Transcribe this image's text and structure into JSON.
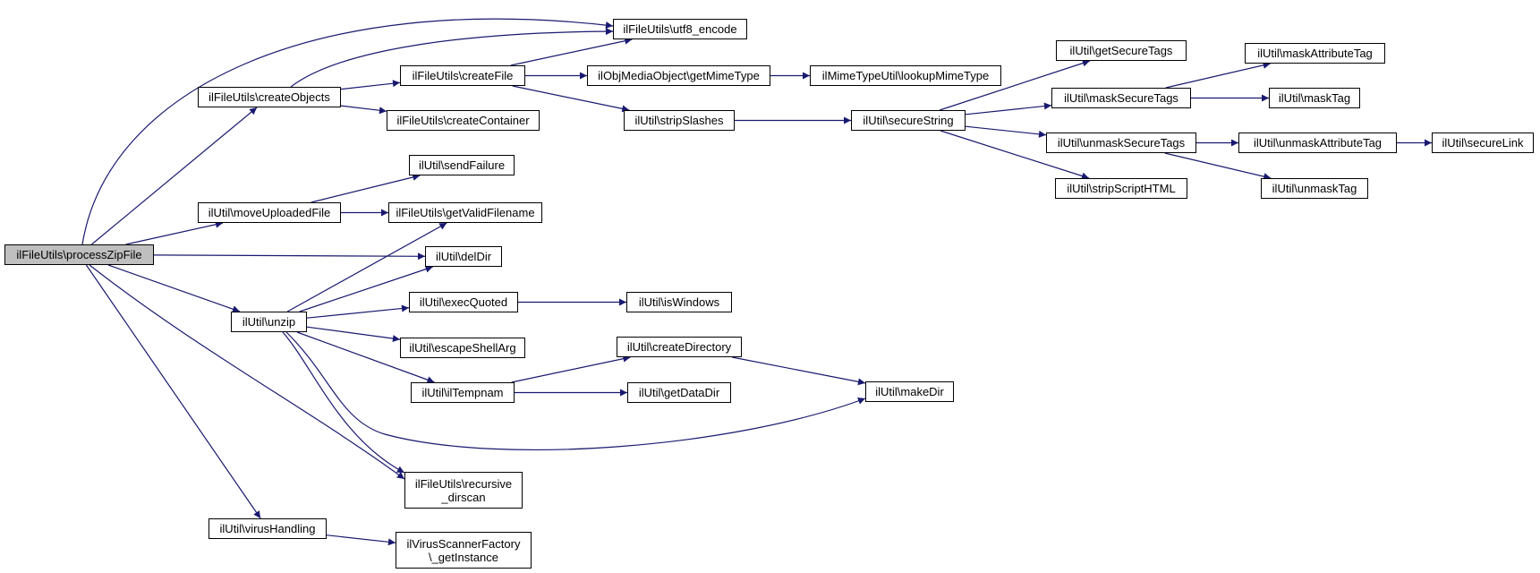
{
  "colors": {
    "edge": "#191970",
    "root_fill": "#bfbfbf",
    "node_fill": "#ffffff",
    "node_border": "#000000"
  },
  "nodes": [
    {
      "id": "processZipFile",
      "label": "ilFileUtils\\processZipFile",
      "root": true
    },
    {
      "id": "utf8_encode",
      "label": "ilFileUtils\\utf8_encode"
    },
    {
      "id": "createObjects",
      "label": "ilFileUtils\\createObjects"
    },
    {
      "id": "createFile",
      "label": "ilFileUtils\\createFile"
    },
    {
      "id": "getMimeType",
      "label": "ilObjMediaObject\\getMimeType"
    },
    {
      "id": "lookupMimeType",
      "label": "ilMimeTypeUtil\\lookupMimeType"
    },
    {
      "id": "createContainer",
      "label": "ilFileUtils\\createContainer"
    },
    {
      "id": "stripSlashes",
      "label": "ilUtil\\stripSlashes"
    },
    {
      "id": "secureString",
      "label": "ilUtil\\secureString"
    },
    {
      "id": "getSecureTags",
      "label": "ilUtil\\getSecureTags"
    },
    {
      "id": "maskSecureTags",
      "label": "ilUtil\\maskSecureTags"
    },
    {
      "id": "maskAttributeTag",
      "label": "ilUtil\\maskAttributeTag"
    },
    {
      "id": "maskTag",
      "label": "ilUtil\\maskTag"
    },
    {
      "id": "unmaskSecureTags",
      "label": "ilUtil\\unmaskSecureTags"
    },
    {
      "id": "unmaskAttributeTag",
      "label": "ilUtil\\unmaskAttributeTag"
    },
    {
      "id": "secureLink",
      "label": "ilUtil\\secureLink"
    },
    {
      "id": "unmaskTag",
      "label": "ilUtil\\unmaskTag"
    },
    {
      "id": "stripScriptHTML",
      "label": "ilUtil\\stripScriptHTML"
    },
    {
      "id": "moveUploadedFile",
      "label": "ilUtil\\moveUploadedFile"
    },
    {
      "id": "sendFailure",
      "label": "ilUtil\\sendFailure"
    },
    {
      "id": "getValidFilename",
      "label": "ilFileUtils\\getValidFilename"
    },
    {
      "id": "delDir",
      "label": "ilUtil\\delDir"
    },
    {
      "id": "unzip",
      "label": "ilUtil\\unzip"
    },
    {
      "id": "execQuoted",
      "label": "ilUtil\\execQuoted"
    },
    {
      "id": "isWindows",
      "label": "ilUtil\\isWindows"
    },
    {
      "id": "escapeShellArg",
      "label": "ilUtil\\escapeShellArg"
    },
    {
      "id": "createDirectory",
      "label": "ilUtil\\createDirectory"
    },
    {
      "id": "makeDir",
      "label": "ilUtil\\makeDir"
    },
    {
      "id": "ilTempnam",
      "label": "ilUtil\\ilTempnam"
    },
    {
      "id": "getDataDir",
      "label": "ilUtil\\getDataDir"
    },
    {
      "id": "recursive_dirscan",
      "label": "ilFileUtils\\recursive\n_dirscan"
    },
    {
      "id": "virusHandling",
      "label": "ilUtil\\virusHandling"
    },
    {
      "id": "getInstance",
      "label": "ilVirusScannerFactory\n\\_getInstance"
    }
  ],
  "edges": [
    [
      "processZipFile",
      "utf8_encode"
    ],
    [
      "processZipFile",
      "createObjects"
    ],
    [
      "processZipFile",
      "moveUploadedFile"
    ],
    [
      "processZipFile",
      "delDir"
    ],
    [
      "processZipFile",
      "unzip"
    ],
    [
      "processZipFile",
      "recursive_dirscan"
    ],
    [
      "processZipFile",
      "virusHandling"
    ],
    [
      "createObjects",
      "utf8_encode"
    ],
    [
      "createObjects",
      "createFile"
    ],
    [
      "createObjects",
      "createContainer"
    ],
    [
      "createFile",
      "utf8_encode"
    ],
    [
      "createFile",
      "getMimeType"
    ],
    [
      "createFile",
      "stripSlashes"
    ],
    [
      "getMimeType",
      "lookupMimeType"
    ],
    [
      "stripSlashes",
      "secureString"
    ],
    [
      "secureString",
      "getSecureTags"
    ],
    [
      "secureString",
      "maskSecureTags"
    ],
    [
      "secureString",
      "unmaskSecureTags"
    ],
    [
      "secureString",
      "stripScriptHTML"
    ],
    [
      "maskSecureTags",
      "maskAttributeTag"
    ],
    [
      "maskSecureTags",
      "maskTag"
    ],
    [
      "unmaskSecureTags",
      "unmaskAttributeTag"
    ],
    [
      "unmaskSecureTags",
      "unmaskTag"
    ],
    [
      "unmaskAttributeTag",
      "secureLink"
    ],
    [
      "moveUploadedFile",
      "sendFailure"
    ],
    [
      "moveUploadedFile",
      "getValidFilename"
    ],
    [
      "unzip",
      "getValidFilename"
    ],
    [
      "unzip",
      "delDir"
    ],
    [
      "unzip",
      "execQuoted"
    ],
    [
      "unzip",
      "escapeShellArg"
    ],
    [
      "unzip",
      "ilTempnam"
    ],
    [
      "unzip",
      "makeDir"
    ],
    [
      "unzip",
      "recursive_dirscan"
    ],
    [
      "execQuoted",
      "isWindows"
    ],
    [
      "ilTempnam",
      "createDirectory"
    ],
    [
      "ilTempnam",
      "getDataDir"
    ],
    [
      "createDirectory",
      "makeDir"
    ],
    [
      "virusHandling",
      "getInstance"
    ]
  ]
}
